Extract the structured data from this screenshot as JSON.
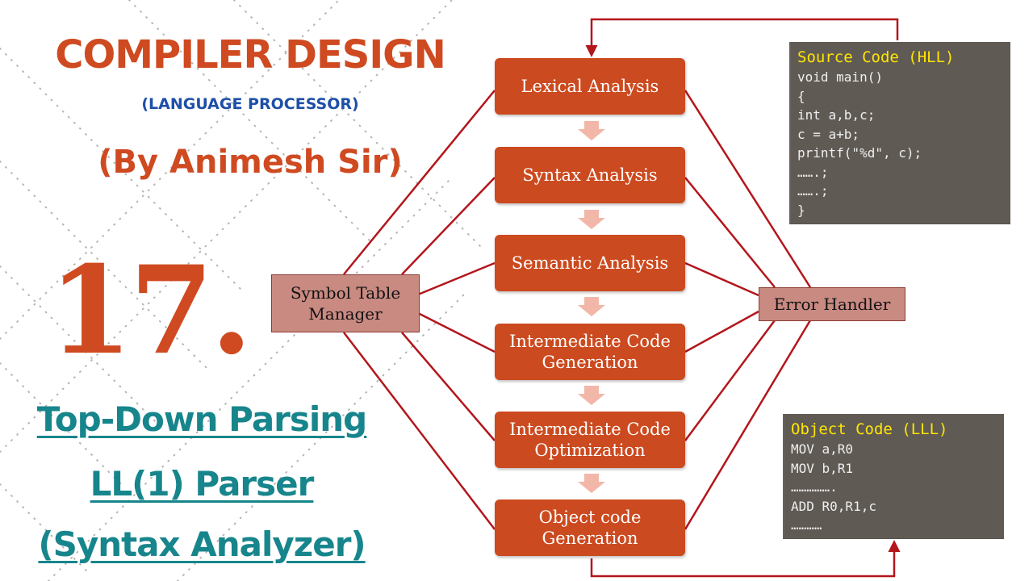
{
  "header": {
    "title": "COMPILER DESIGN",
    "subtitle": "(LANGUAGE PROCESSOR)",
    "author": "(By Animesh Sir)"
  },
  "lecture_number": "17.",
  "topic_lines": [
    "Top-Down Parsing",
    "LL(1) Parser",
    "(Syntax Analyzer)"
  ],
  "phases": [
    {
      "label": "Lexical Analysis"
    },
    {
      "label": "Syntax Analysis"
    },
    {
      "label": "Semantic Analysis"
    },
    {
      "label": "Intermediate Code Generation"
    },
    {
      "label": "Intermediate Code Optimization"
    },
    {
      "label": "Object code Generation"
    }
  ],
  "symbol_table": "Symbol Table Manager",
  "error_handler": "Error Handler",
  "source_code": {
    "title": "Source Code (HLL)",
    "lines": [
      "void main()",
      "{",
      "int a,b,c;",
      "c = a+b;",
      "printf(\"%d\", c);",
      "…….;",
      "…….;",
      "}"
    ]
  },
  "object_code": {
    "title": "Object Code (LLL)",
    "lines": [
      "MOV a,R0",
      "MOV b,R1",
      "…………….",
      "ADD R0,R1,c",
      "…………"
    ]
  },
  "colors": {
    "accent": "#cf4a21",
    "phase_box": "#cc4a1f",
    "connector": "#b3161c",
    "topic": "#17858c",
    "subtitle": "#1e4fa8",
    "arrow": "#f2b7a8",
    "side_box": "#c98a82"
  }
}
